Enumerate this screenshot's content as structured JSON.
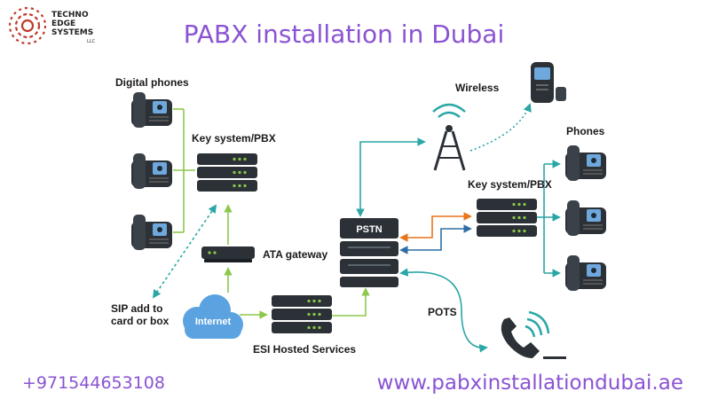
{
  "logo": {
    "line1": "TECHNO",
    "line2": "EDGE",
    "line3": "SYSTEMS",
    "suffix": "LLC",
    "color": "#c0392b"
  },
  "title": "PABX installation in Dubai",
  "labels": {
    "digital_phones": "Digital phones",
    "key_system_left": "Key system/PBX",
    "ata_gateway": "ATA gateway",
    "sip_line1": "SIP add to",
    "sip_line2": "card or box",
    "internet": "Internet",
    "esi_hosted": "ESI Hosted Services",
    "pstn": "PSTN",
    "wireless": "Wireless",
    "phones": "Phones",
    "key_system_right": "Key system/PBX",
    "pots": "POTS"
  },
  "footer": {
    "phone": "+971544653108",
    "website": "www.pabxinstallationdubai.ae"
  },
  "colors": {
    "accent": "#8a53d3",
    "line_green": "#8cc84b",
    "line_teal": "#2aa6a6",
    "line_orange": "#e8741c",
    "line_blue": "#2e6da4",
    "device": "#2b3137"
  }
}
